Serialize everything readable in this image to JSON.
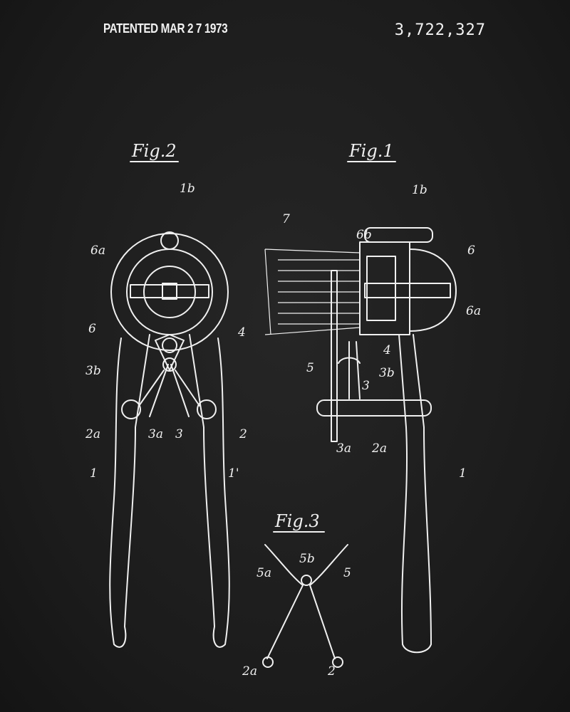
{
  "header": {
    "patented": "PATENTED MAR 2 7 1973",
    "patent_number": "3,722,327"
  },
  "figures": {
    "fig2": {
      "title": "Fig.2",
      "labels": [
        "1b",
        "6a",
        "6",
        "4",
        "3b",
        "2a",
        "3a",
        "3",
        "2",
        "1",
        "1'"
      ]
    },
    "fig1": {
      "title": "Fig.1",
      "labels": [
        "7",
        "6b",
        "1b",
        "6",
        "6a",
        "4",
        "5",
        "3b",
        "3",
        "3a",
        "2a",
        "1"
      ]
    },
    "fig3": {
      "title": "Fig.3",
      "labels": [
        "5b",
        "5a",
        "5",
        "2a",
        "2"
      ]
    }
  }
}
